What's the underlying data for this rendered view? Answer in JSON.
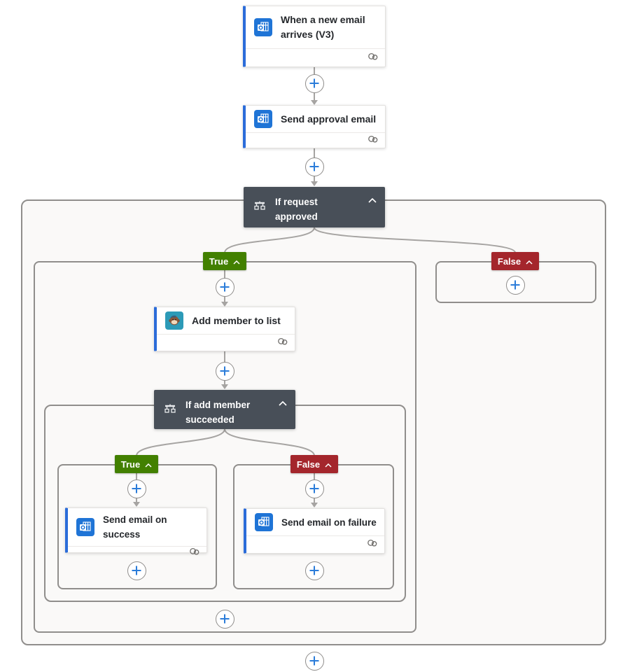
{
  "flow": {
    "trigger": {
      "title": "When a new email arrives (V3)",
      "connector": "outlook"
    },
    "send_approval": {
      "title": "Send approval email",
      "connector": "outlook"
    },
    "condition_outer": {
      "title": "If request approved"
    },
    "add_member": {
      "title": "Add member to list",
      "connector": "mailchimp"
    },
    "condition_inner": {
      "title": "If add member succeeded"
    },
    "send_success": {
      "title": "Send email on success",
      "connector": "outlook"
    },
    "send_failure": {
      "title": "Send email on failure",
      "connector": "outlook"
    },
    "labels": {
      "true_label": "True",
      "false_label": "False"
    }
  },
  "icons": {
    "trigger": "outlook-icon",
    "actions": [
      "outlook-icon",
      "mailchimp-icon",
      "outlook-icon",
      "outlook-icon"
    ],
    "condition": "condition-icon",
    "collapse": "chevron-up-icon",
    "connection": "link-icon",
    "insert": "plus-icon"
  },
  "colors": {
    "card_accent_blue": "#2b6cd9",
    "outlook_icon_blue": "#1f74d6",
    "mailchimp_teal": "#2c9ab7",
    "condition_dark": "#484f58",
    "true_green": "#428000",
    "false_red": "#a4262c",
    "plus_blue": "#2b7cd9",
    "connector_gray": "#a6a4a2",
    "container_border": "#908e8c",
    "container_bg": "#faf9f8"
  }
}
